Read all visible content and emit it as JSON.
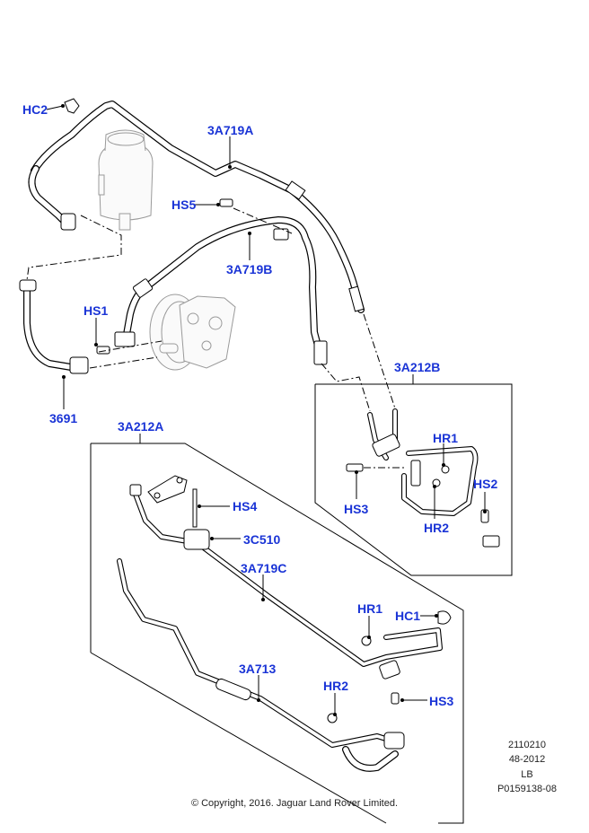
{
  "diagram": {
    "title": "Power steering pipes and hoses exploded view",
    "callout_color": "#1a34d6",
    "callouts": [
      {
        "id": "hc2",
        "label": "HC2"
      },
      {
        "id": "3a719a",
        "label": "3A719A"
      },
      {
        "id": "hs5",
        "label": "HS5"
      },
      {
        "id": "3a719b",
        "label": "3A719B"
      },
      {
        "id": "hs1",
        "label": "HS1"
      },
      {
        "id": "3691",
        "label": "3691"
      },
      {
        "id": "3a212b",
        "label": "3A212B"
      },
      {
        "id": "hr1-upper",
        "label": "HR1"
      },
      {
        "id": "hs2",
        "label": "HS2"
      },
      {
        "id": "hs3-upper",
        "label": "HS3"
      },
      {
        "id": "hr2-upper",
        "label": "HR2"
      },
      {
        "id": "3a212a",
        "label": "3A212A"
      },
      {
        "id": "hs4",
        "label": "HS4"
      },
      {
        "id": "3c510",
        "label": "3C510"
      },
      {
        "id": "3a719c",
        "label": "3A719C"
      },
      {
        "id": "hr1-lower",
        "label": "HR1"
      },
      {
        "id": "hc1",
        "label": "HC1"
      },
      {
        "id": "3a713",
        "label": "3A713"
      },
      {
        "id": "hr2-lower",
        "label": "HR2"
      },
      {
        "id": "hs3-lower",
        "label": "HS3"
      }
    ]
  },
  "reference": {
    "line1": "2110210",
    "line2": "48-2012",
    "line3": "LB",
    "line4": "P0159138-08"
  },
  "copyright": "© Copyright, 2016. Jaguar Land Rover Limited."
}
